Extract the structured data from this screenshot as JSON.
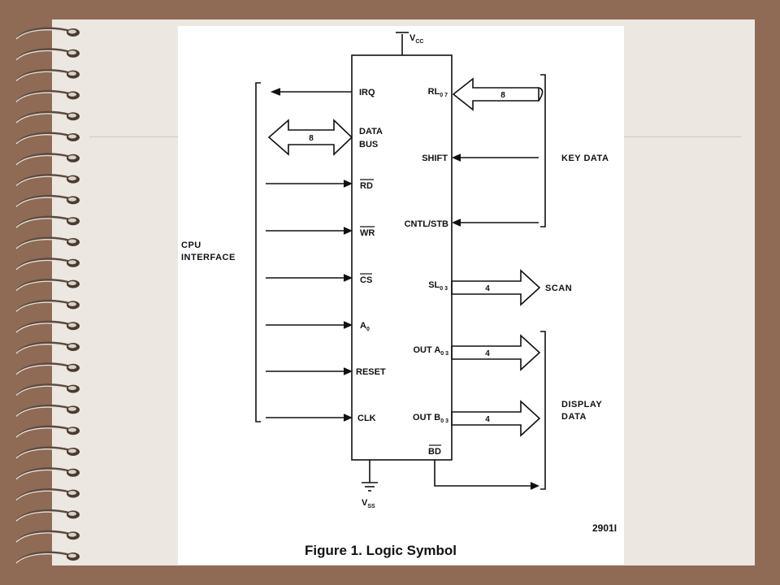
{
  "figure": {
    "caption": "Figure 1. Logic Symbol",
    "code": "2901I",
    "power": {
      "label": "V",
      "sub": "CC"
    },
    "ground": {
      "label": "V",
      "sub": "SS"
    },
    "left_pins": [
      {
        "label": "IRQ"
      },
      {
        "label": "DATA",
        "label2": "BUS",
        "bus_width": "8"
      },
      {
        "label": "RD"
      },
      {
        "label": "WR"
      },
      {
        "label": "CS"
      },
      {
        "label": "A",
        "sub": "0"
      },
      {
        "label": "RESET"
      },
      {
        "label": "CLK"
      }
    ],
    "right_pins": [
      {
        "label": "RL",
        "sub": "0 7",
        "bus_width": "8"
      },
      {
        "label": "SHIFT"
      },
      {
        "label": "CNTL/STB"
      },
      {
        "label": "SL",
        "sub": "0 3",
        "bus_width": "4",
        "output": "SCAN"
      },
      {
        "label": "OUT A",
        "sub": "0 3",
        "bus_width": "4"
      },
      {
        "label": "OUT B",
        "sub": "0 3",
        "bus_width": "4"
      },
      {
        "label": "BD"
      }
    ],
    "groups": {
      "cpu_interface": "CPU",
      "cpu_interface_2": "INTERFACE",
      "key_data": "KEY DATA",
      "display_data": "DISPLAY",
      "display_data_2": "DATA"
    }
  }
}
